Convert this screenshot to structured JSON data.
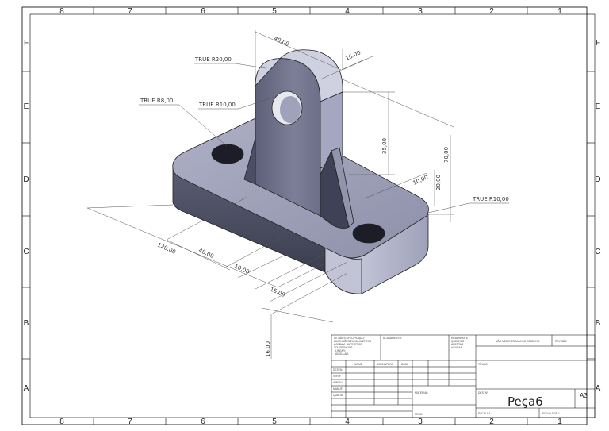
{
  "sheet": {
    "columns_top": [
      "8",
      "7",
      "6",
      "5",
      "4",
      "3",
      "2",
      "1"
    ],
    "columns_bottom": [
      "8",
      "7",
      "6",
      "5",
      "4",
      "3",
      "2",
      "1"
    ],
    "rows": [
      "F",
      "E",
      "D",
      "C",
      "B",
      "A"
    ]
  },
  "dimensions": {
    "d40": "40,00",
    "d16_top": "16,00",
    "r20": "TRUE R20,00",
    "r8": "TRUE R8,00",
    "r10_top": "TRUE R10,00",
    "d35": "35,00",
    "d70": "70,00",
    "d10_right": "10,00",
    "d20": "20,00",
    "r10_right": "TRUE R10,00",
    "d120": "120,00",
    "d40_bottom": "40,00",
    "d10_bottom": "10,00",
    "d15": "15,00",
    "d16_bottom": "16,00"
  },
  "title_block": {
    "notes": [
      "SE NÃO ESPECIFICADO:",
      "DIMENSÕES EM MILÍMETROS",
      "ACABAM. SUPERFÍCIE:",
      "TOLERÂNCIAS:",
      "LINEAR:",
      "ANGULAR:"
    ],
    "acabamento": "ACABAMENTO:",
    "rebarbas": [
      "REBARBAR E",
      "QUEBRAR",
      "ARESTAS",
      "AGUDAS"
    ],
    "nao_medir": "NÃO MEDIR ESCALA DO DESENHO",
    "revisao": "REVISÃO",
    "col_nome": "NOME",
    "col_assinatura": "ASSINATURA",
    "col_data": "DATA",
    "rows": [
      "DESEN.",
      "VERIF.",
      "APROV.",
      "MANUF.",
      "QUALID."
    ],
    "material": "MATERIAL:",
    "peso": "PESO:",
    "titulo": "TÍTULO:",
    "des_no": "DES. Nº",
    "part_name": "Peça6",
    "sheet_size": "A3",
    "escala": "ESCALA:1:1",
    "folha": "FOLHA 1 DE 1"
  }
}
